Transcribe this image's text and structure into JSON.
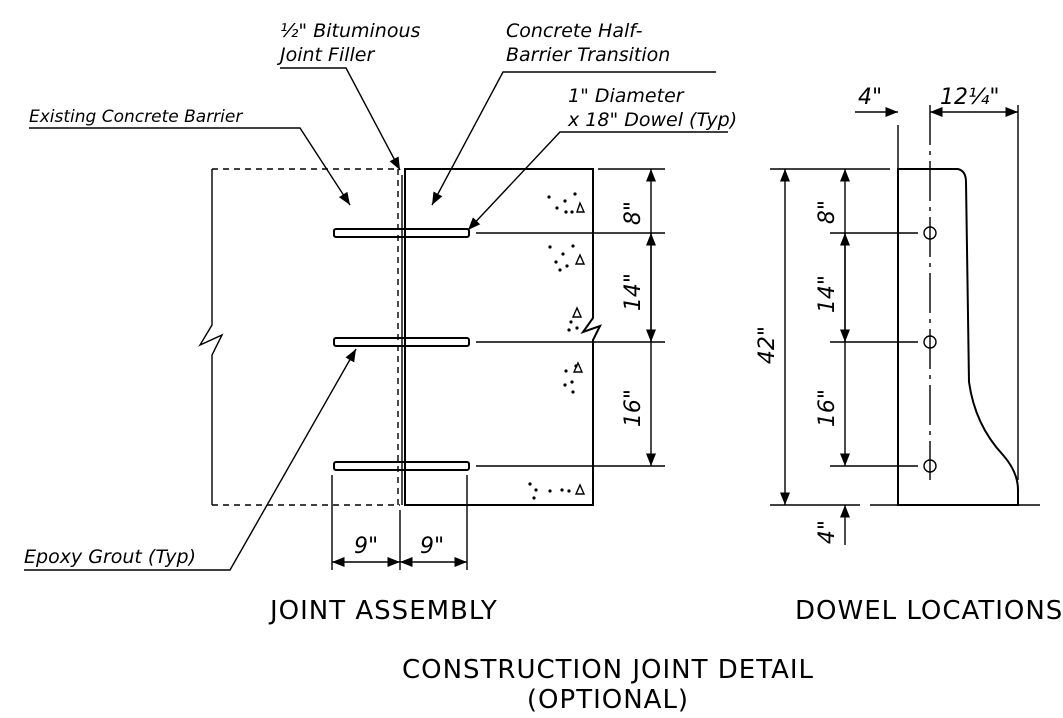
{
  "joint_assembly": {
    "label_bituminous": "½\" Bituminous",
    "label_joint_filler": "Joint Filler",
    "label_half_barrier_1": "Concrete Half-",
    "label_half_barrier_2": "Barrier Transition",
    "label_dowel_1": "1\" Diameter",
    "label_dowel_2": "x 18\" Dowel (Typ)",
    "label_existing": "Existing Concrete Barrier",
    "label_epoxy": "Epoxy Grout (Typ)",
    "dim_8": "8\"",
    "dim_14": "14\"",
    "dim_16": "16\"",
    "dim_9_left": "9\"",
    "dim_9_right": "9\"",
    "caption": "JOINT ASSEMBLY"
  },
  "dowel_locations": {
    "dim_4_top": "4\"",
    "dim_12_quarter": "12¼\"",
    "dim_42": "42\"",
    "dim_8": "8\"",
    "dim_14": "14\"",
    "dim_16": "16\"",
    "dim_4_bottom": "4\"",
    "caption": "DOWEL LOCATIONS"
  },
  "detail_title_1": "CONSTRUCTION JOINT DETAIL",
  "detail_title_2": "(OPTIONAL)"
}
